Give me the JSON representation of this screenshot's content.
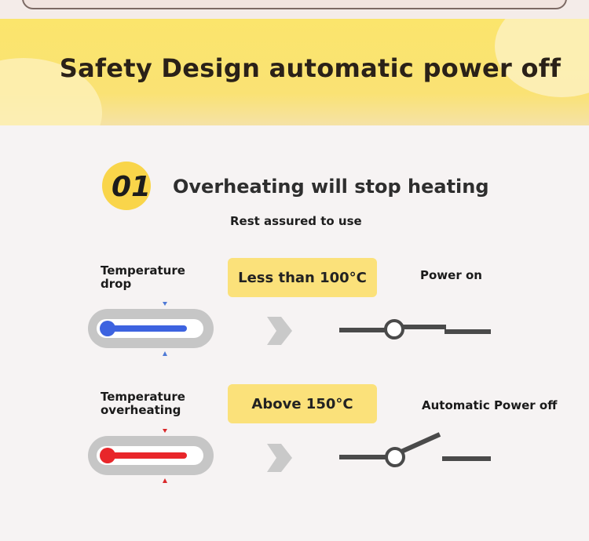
{
  "banner": {
    "title": "Safety Design automatic power off"
  },
  "section": {
    "number": "01",
    "heading": "Overheating will stop heating",
    "subheading": "Rest assured to use"
  },
  "rows": [
    {
      "condition_line1": "Temperature",
      "condition_line2": "drop",
      "threshold": "Less than 100°C",
      "result": "Power on",
      "thermometer_color": "#3d63e0",
      "marker_color": "#4f7ad6",
      "switch_state": "closed"
    },
    {
      "condition_line1": "Temperature",
      "condition_line2": "overheating",
      "threshold": "Above 150°C",
      "result": "Automatic Power off",
      "thermometer_color": "#e8262a",
      "marker_color": "#d9282a",
      "switch_state": "open"
    }
  ],
  "colors": {
    "banner_yellow": "#fbe56c",
    "box_yellow": "#fbe17a",
    "badge_yellow": "#f9d54a",
    "switch_gray": "#4a4a4a",
    "arrow_gray": "#c9c9c9"
  },
  "icons": [
    "thermometer-icon",
    "arrow-right-icon",
    "switch-icon"
  ]
}
